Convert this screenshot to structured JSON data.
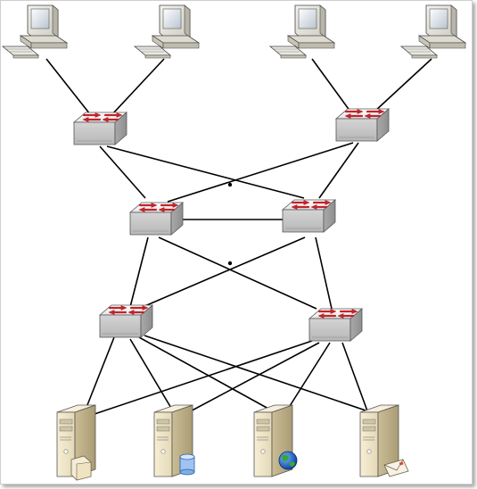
{
  "diagram": {
    "type": "network-topology",
    "layers": [
      {
        "name": "workstations",
        "count": 4
      },
      {
        "name": "access-switches",
        "count": 2
      },
      {
        "name": "core-switches",
        "count": 2
      },
      {
        "name": "distribution-switches",
        "count": 2
      },
      {
        "name": "servers",
        "count": 4
      }
    ],
    "servers": [
      {
        "role": "file-server",
        "badge": "folder-icon"
      },
      {
        "role": "database-server",
        "badge": "database-icon"
      },
      {
        "role": "web-server",
        "badge": "globe-icon"
      },
      {
        "role": "mail-server",
        "badge": "envelope-icon"
      }
    ],
    "colors": {
      "line": "#000000",
      "switch_arrow": "#c0242b",
      "device_body": "#e8e5dc",
      "server_body": "#efe6cc"
    }
  }
}
